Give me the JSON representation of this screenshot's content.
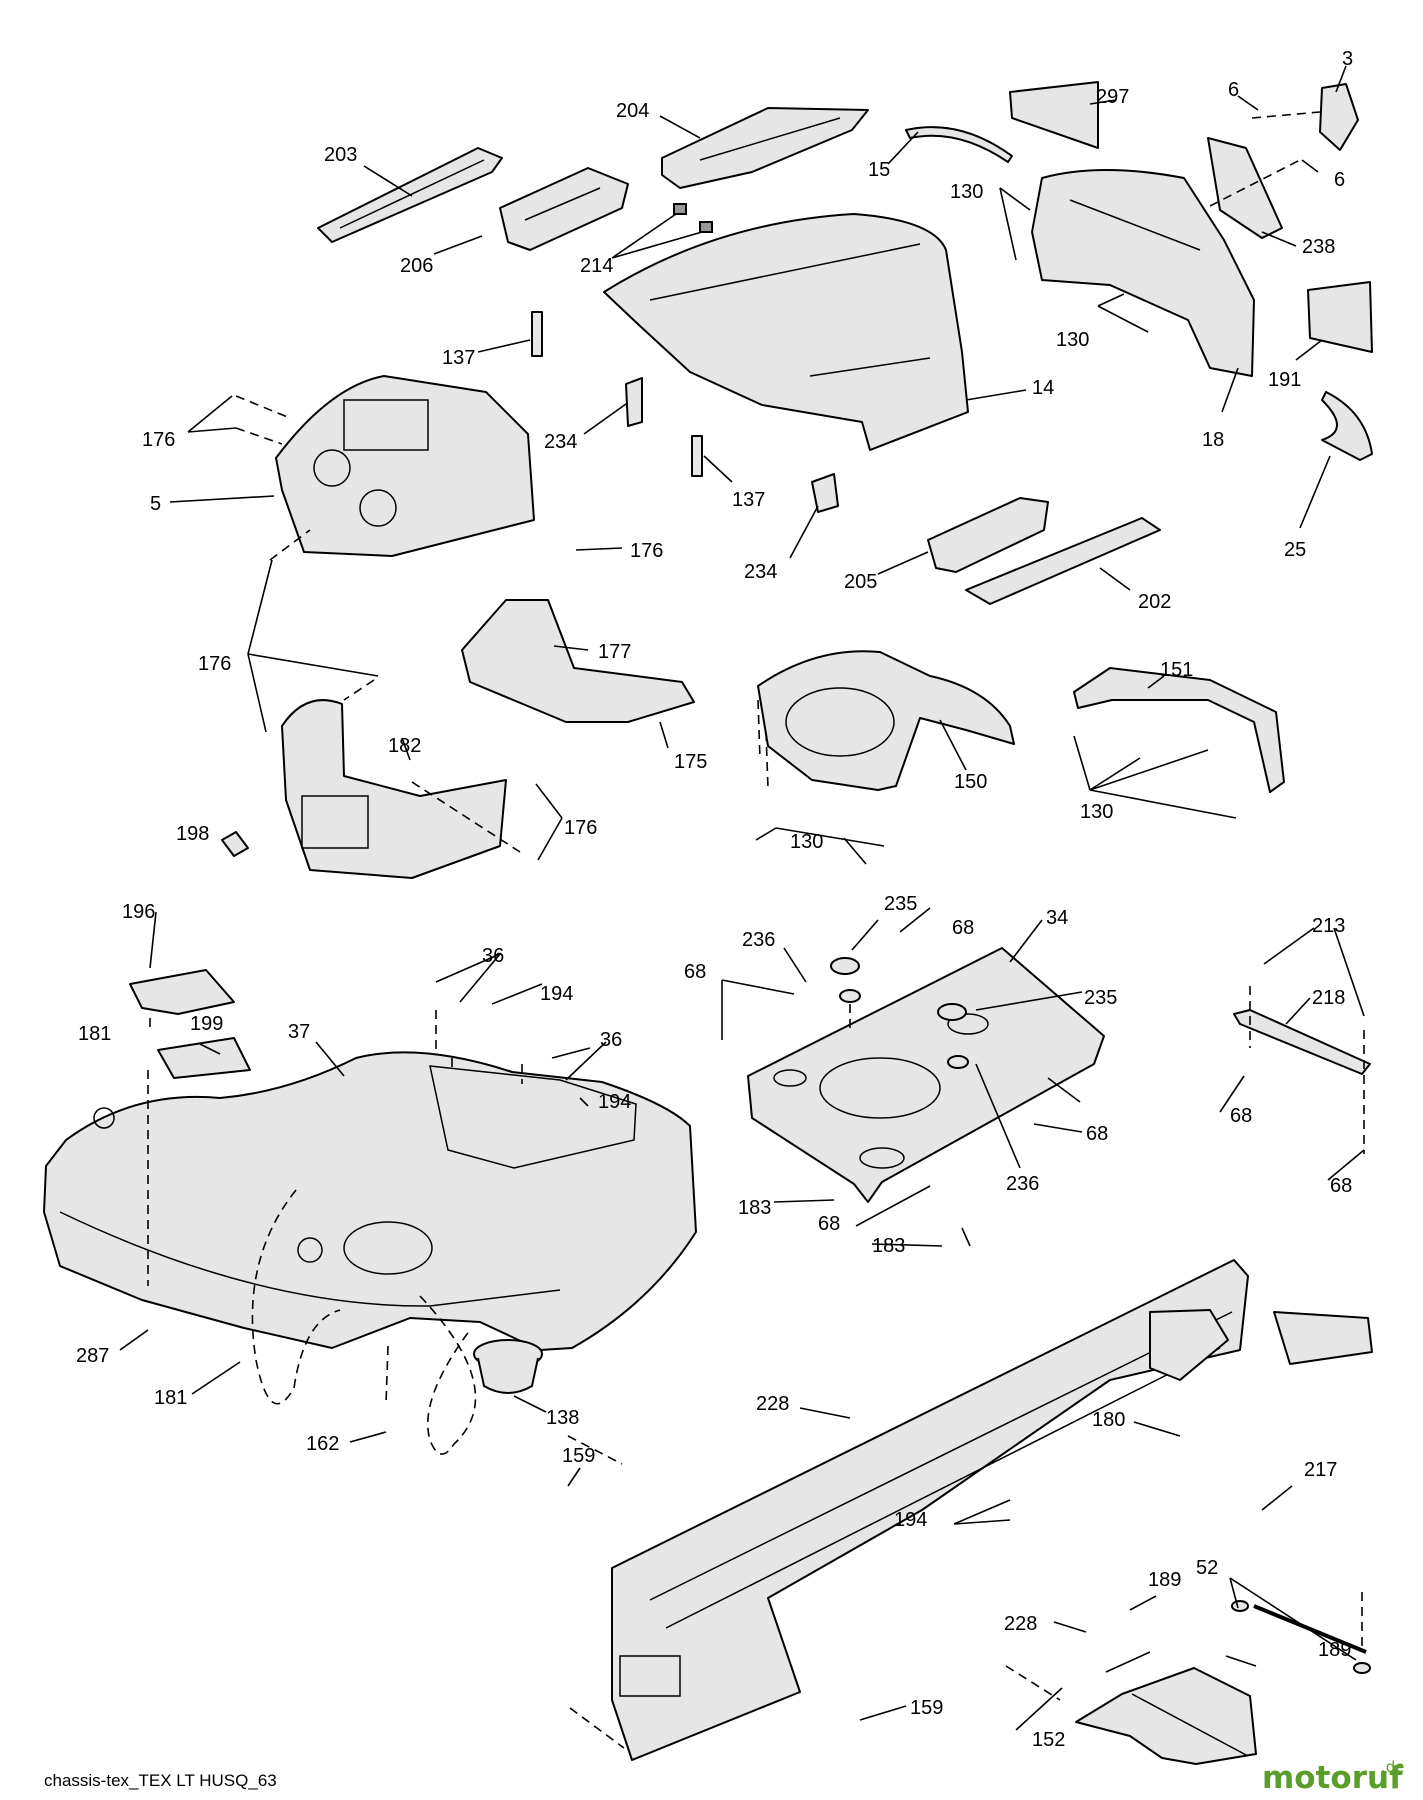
{
  "labels": {
    "l3": "3",
    "l297": "297",
    "l6a": "6",
    "l6b": "6",
    "l204": "204",
    "l15": "15",
    "l203": "203",
    "l130a": "130",
    "l238": "238",
    "l206": "206",
    "l214": "214",
    "l137a": "137",
    "l130b": "130",
    "l191": "191",
    "l14": "14",
    "l176a": "176",
    "l234a": "234",
    "l18": "18",
    "l5": "5",
    "l137b": "137",
    "l25": "25",
    "l176b": "176",
    "l234b": "234",
    "l205": "205",
    "l202": "202",
    "l177": "177",
    "l176c": "176",
    "l151": "151",
    "l175": "175",
    "l182": "182",
    "l150": "150",
    "l130c": "130",
    "l198": "198",
    "l176d": "176",
    "l130d": "130",
    "l196": "196",
    "l36a": "36",
    "l235a": "235",
    "l68a": "68",
    "l34": "34",
    "l236a": "236",
    "l213": "213",
    "l194a": "194",
    "l181a": "181",
    "l199": "199",
    "l37": "37",
    "l36b": "36",
    "l68b": "68",
    "l235b": "235",
    "l218": "218",
    "l194b": "194",
    "l68c": "68",
    "l68d": "68",
    "l236b": "236",
    "l68e": "68",
    "l183a": "183",
    "l68f": "68",
    "l183b": "183",
    "l287": "287",
    "l181b": "181",
    "l138": "138",
    "l228a": "228",
    "l162": "162",
    "l180": "180",
    "l159a": "159",
    "l217": "217",
    "l194c": "194",
    "l189a": "189",
    "l52": "52",
    "l228b": "228",
    "l189b": "189",
    "l159b": "159",
    "l152": "152"
  },
  "footer": {
    "code": "chassis-tex_TEX LT HUSQ_63",
    "brand": "motoruf",
    "brand_tld": ".de"
  },
  "colors": {
    "line": "#000000",
    "part_fill": "#e6e6e6",
    "brand": "#5a9e2a"
  }
}
